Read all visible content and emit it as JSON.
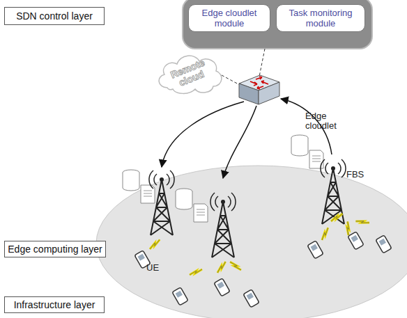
{
  "diagram": {
    "nodes": [
      {
        "text": [
          "SDN control layer"
        ]
      },
      {
        "text": [
          "Edge cloudlet module"
        ]
      },
      {
        "text": [
          "Task monitoring module"
        ]
      },
      {
        "text": [
          "Remote cloud"
        ]
      },
      {
        "text": [
          "Edge computing layer"
        ]
      },
      {
        "text": [
          "Infrastructure layer"
        ]
      }
    ],
    "labels": [
      "Edge cloudlet",
      "FBS",
      "UE"
    ]
  }
}
